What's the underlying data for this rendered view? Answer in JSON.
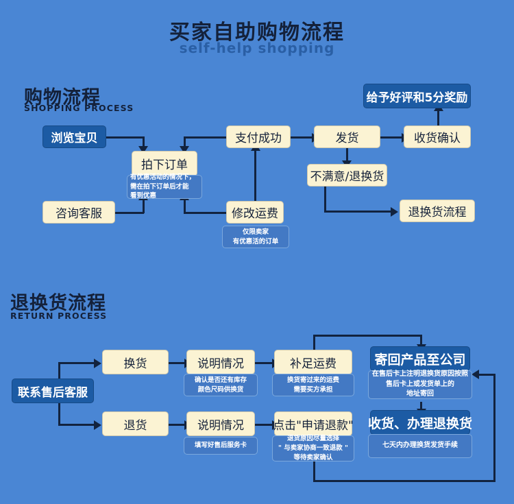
{
  "page": {
    "background_color": "#4a86d4",
    "title_cn": "买家自助购物流程",
    "title_en": "self-help shopping"
  },
  "colors": {
    "background": "#4a86d4",
    "cream_box": "#fbf3d3",
    "dark_box": "#1c5ba4",
    "note_box": "#4379c4",
    "line": "#12233f",
    "title_text": "#14213a",
    "subtitle_text": "#2a5fa5"
  },
  "sections": [
    {
      "id": "shopping",
      "heading_cn": "购物流程",
      "heading_en": "SHOPPING PROCESS",
      "nodes": [
        {
          "id": "browse",
          "label": "浏览宝贝",
          "style": "dark"
        },
        {
          "id": "place-order",
          "label": "拍下订单",
          "style": "cream",
          "note": "有优惠活动的情况下，\n需在拍下订单后才能\n看到优惠"
        },
        {
          "id": "pay-success",
          "label": "支付成功",
          "style": "cream"
        },
        {
          "id": "ship",
          "label": "发货",
          "style": "cream"
        },
        {
          "id": "confirm",
          "label": "收货确认",
          "style": "cream"
        },
        {
          "id": "reward",
          "label": "给予好评和5分奖励",
          "style": "dark"
        },
        {
          "id": "contact",
          "label": "咨询客服",
          "style": "cream"
        },
        {
          "id": "modify-ship",
          "label": "修改运费",
          "style": "cream",
          "note": "仅限卖家\n有优惠活的订单"
        },
        {
          "id": "unsatisfied",
          "label": "不满意/退换货",
          "style": "cream"
        },
        {
          "id": "return-flow",
          "label": "退换货流程",
          "style": "cream"
        }
      ]
    },
    {
      "id": "return",
      "heading_cn": "退换货流程",
      "heading_en": "RETURN PROCESS",
      "nodes": [
        {
          "id": "contact-after",
          "label": "联系售后客服",
          "style": "dark"
        },
        {
          "id": "exchange",
          "label": "换货",
          "style": "cream"
        },
        {
          "id": "explain-1",
          "label": "说明情况",
          "style": "cream",
          "note": "确认是否还有库存\n颜色尺码供换货"
        },
        {
          "id": "extra-freight",
          "label": "补足运费",
          "style": "cream",
          "note": "换货寄过来的运费\n需要买方承担"
        },
        {
          "id": "send-back",
          "label": "寄回产品至公司",
          "style": "dark",
          "note": "在售后卡上注明退换货原因按照\n售后卡上或发货单上的\n地址寄回"
        },
        {
          "id": "refund-return",
          "label": "退货",
          "style": "cream"
        },
        {
          "id": "explain-2",
          "label": "说明情况",
          "style": "cream",
          "note": "填写好售后服务卡"
        },
        {
          "id": "apply-refund",
          "label": "点击\"申请退款\"",
          "style": "cream",
          "note": "退货原因尽量选择\n\" 与卖家协商一致退款 \"\n等待卖家确认"
        },
        {
          "id": "receive-handle",
          "label": "收货、办理退换货",
          "style": "dark",
          "note": "七天内办理换货发货手续"
        }
      ]
    }
  ]
}
